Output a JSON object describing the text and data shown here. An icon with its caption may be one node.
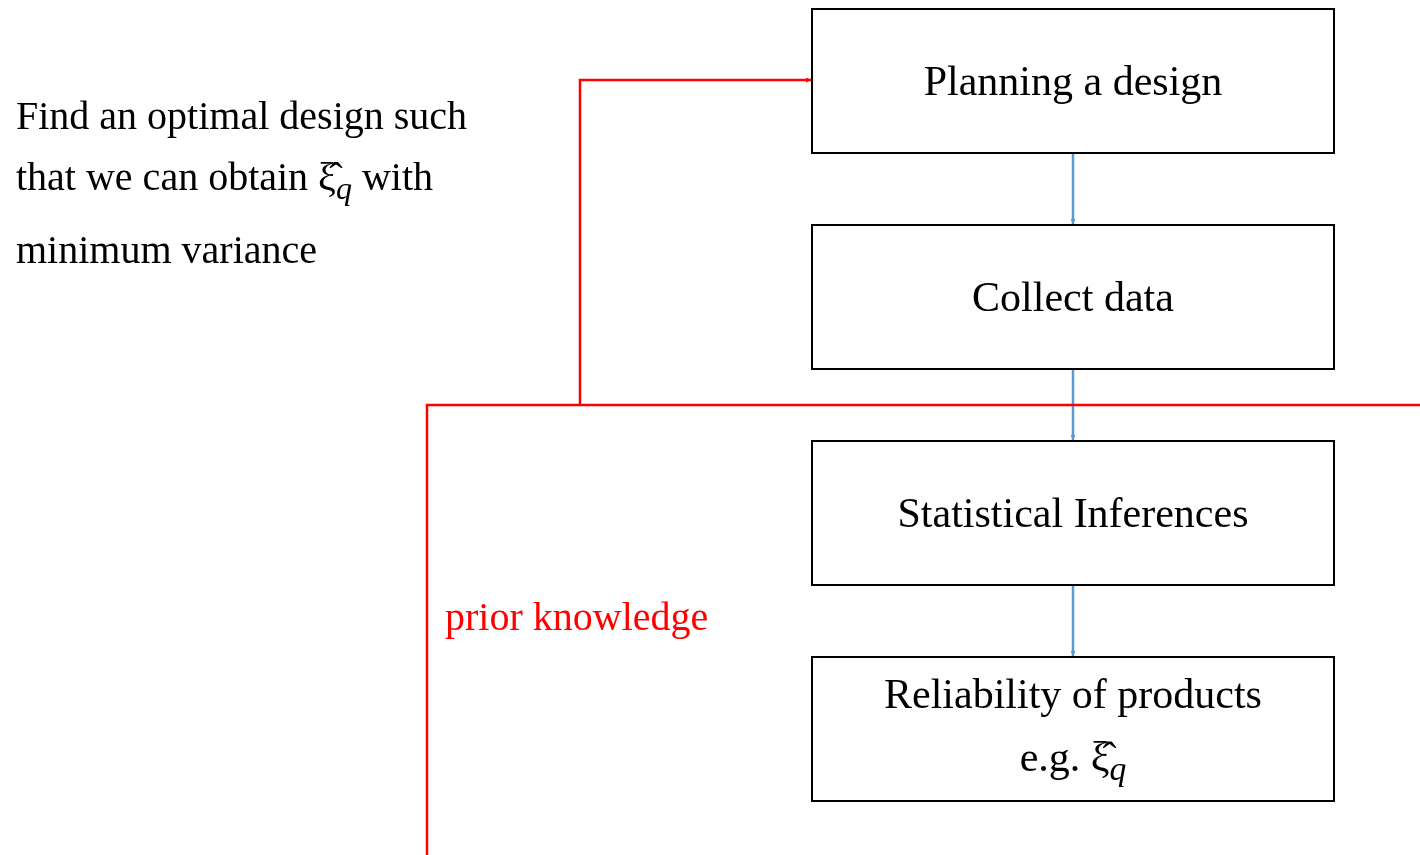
{
  "diagram": {
    "nodes": [
      {
        "text": [
          "Planning a design"
        ]
      },
      {
        "text": [
          "Collect data"
        ]
      },
      {
        "text": [
          "Statistical Inferences"
        ]
      },
      {
        "text": [
          "Reliability of products e.g. ξ̂$_{q}$"
        ]
      }
    ],
    "edges": [
      {
        "from": 0,
        "to": 1,
        "arrow": "to"
      },
      {
        "from": 1,
        "to": 2,
        "arrow": "to"
      },
      {
        "from": 2,
        "to": 3,
        "arrow": "to"
      },
      {
        "from": null,
        "to": 0,
        "arrow": "to",
        "label": "prior knowledge",
        "color": "#ff0000"
      }
    ],
    "labels": [
      "Find an optimal design such that we can obtain ξ̂$_{q}$ with minimum variance"
    ]
  }
}
